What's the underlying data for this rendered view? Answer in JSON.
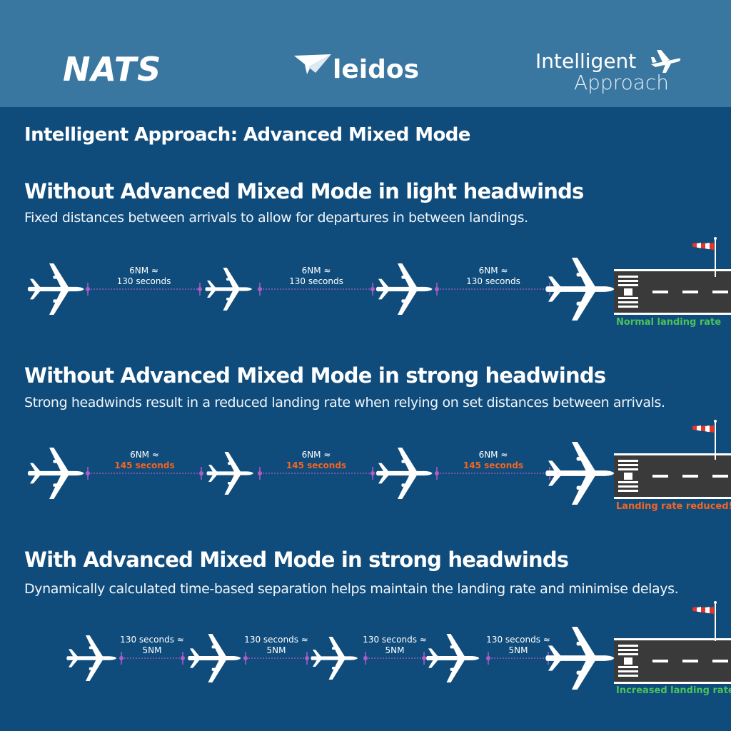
{
  "logos": {
    "nats": "NATS",
    "leidos": "leidos",
    "intelligent_approach_line1": "Intelligent",
    "intelligent_approach_line2": "Approach"
  },
  "main_title": "Intelligent Approach: Advanced Mixed Mode",
  "colors": {
    "background": "#0f4c7c",
    "header": "#3a77a0",
    "separation_line": "#b05cc8",
    "normal": "#4cc25a",
    "reduced": "#f26522",
    "runway": "#3a3a3a"
  },
  "sections": [
    {
      "title": "Without Advanced Mixed Mode in light headwinds",
      "subtitle": "Fixed distances between arrivals to allow for departures in between landings.",
      "gaps": [
        {
          "line1": "6NM ≈",
          "line2": "130 seconds"
        },
        {
          "line1": "6NM ≈",
          "line2": "130 seconds"
        },
        {
          "line1": "6NM ≈",
          "line2": "130 seconds"
        }
      ],
      "rate_label": "Normal landing rate",
      "windsock": "light"
    },
    {
      "title": "Without Advanced Mixed Mode in strong headwinds",
      "subtitle": "Strong headwinds result in a reduced landing rate when relying on set distances between arrivals.",
      "gaps": [
        {
          "line1": "6NM ≈",
          "line2": "145 seconds"
        },
        {
          "line1": "6NM ≈",
          "line2": "145 seconds"
        },
        {
          "line1": "6NM ≈",
          "line2": "145 seconds"
        }
      ],
      "rate_label": "Landing rate reduced!",
      "windsock": "strong"
    },
    {
      "title": "With Advanced Mixed Mode in strong headwinds",
      "subtitle": "Dynamically calculated time-based separation helps maintain the landing rate and minimise delays.",
      "gaps": [
        {
          "line1": "130 seconds ≈",
          "line2": "5NM"
        },
        {
          "line1": "130 seconds ≈",
          "line2": "5NM"
        },
        {
          "line1": "130 seconds ≈",
          "line2": "5NM"
        },
        {
          "line1": "130 seconds ≈",
          "line2": "5NM"
        }
      ],
      "rate_label": "Increased landing rate",
      "windsock": "strong"
    }
  ]
}
